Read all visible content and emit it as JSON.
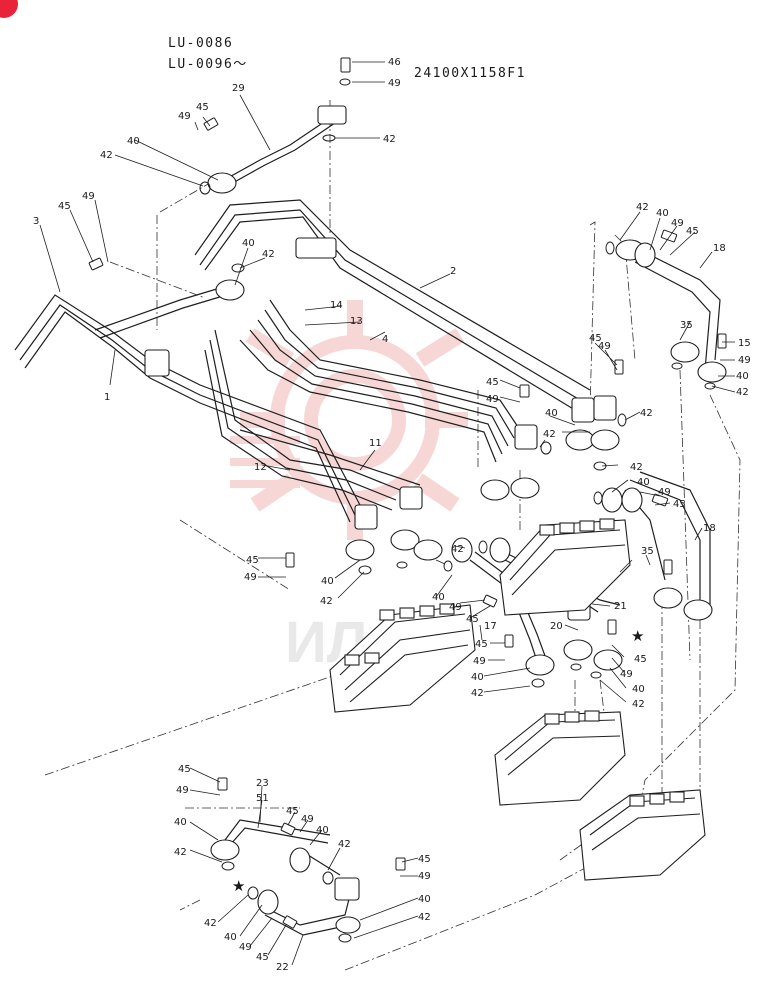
{
  "header": {
    "serial_range_line1": "LU-0086",
    "serial_range_line2": "LU-0096～",
    "drawing_number": "24100X1158F1"
  },
  "watermark": {
    "brand_color": "#f2b6b6",
    "text": "ИЛАХ",
    "emblem_icon": "gear-emblem-icon"
  },
  "corner_badge_color": "#e8233a",
  "callouts": {
    "c46": "46",
    "c49_top": "49",
    "c42_top": "42",
    "c29": "29",
    "c45_a": "45",
    "c49_a": "49",
    "c40_a": "40",
    "c42_a": "42",
    "c3": "3",
    "c45_b": "45",
    "c49_b": "49",
    "c40_b": "40",
    "c42_b": "42",
    "c14": "14",
    "c13": "13",
    "c2": "2",
    "c4": "4",
    "c1": "1",
    "c42_r": "42",
    "c40_r": "40",
    "c49_r": "49",
    "c45_r": "45",
    "c18_r": "18",
    "c35_r": "35",
    "c15_r": "15",
    "c49_r2": "49",
    "c40_r2": "40",
    "c42_r2": "42",
    "c45_m": "45",
    "c49_m": "49",
    "c45_m2": "45",
    "c49_m2": "49",
    "c40_m": "40",
    "c42_m": "42",
    "c42_m2": "42",
    "c11": "11",
    "c12": "12",
    "c42_m3": "42",
    "c40_m3": "40",
    "c49_m3": "49",
    "c45_m3": "45",
    "c35_b": "35",
    "c18_b": "18",
    "c45_l": "45",
    "c49_l": "49",
    "c40_l": "40",
    "c42_l": "42",
    "c42_c": "42",
    "c40_c": "40",
    "c49_c": "49",
    "c45_c": "45",
    "c17": "17",
    "c45_c2": "45",
    "c49_c2": "49",
    "c40_c2": "40",
    "c42_c2": "42",
    "c21": "21",
    "c20": "20",
    "c45_s": "45",
    "c49_s": "49",
    "c40_s": "40",
    "c42_s": "42",
    "c45_bl": "45",
    "c49_bl": "49",
    "c23": "23",
    "c51": "51",
    "c45_bl2": "45",
    "c49_bl2": "49",
    "c40_bl": "40",
    "c40_bl2": "40",
    "c42_bl": "42",
    "c42_bl2": "42",
    "c45_br": "45",
    "c49_br": "49",
    "c40_br": "40",
    "c42_br": "42",
    "c42_bb": "42",
    "c40_bb": "40",
    "c49_bb": "49",
    "c45_bb": "45",
    "c22": "22"
  }
}
